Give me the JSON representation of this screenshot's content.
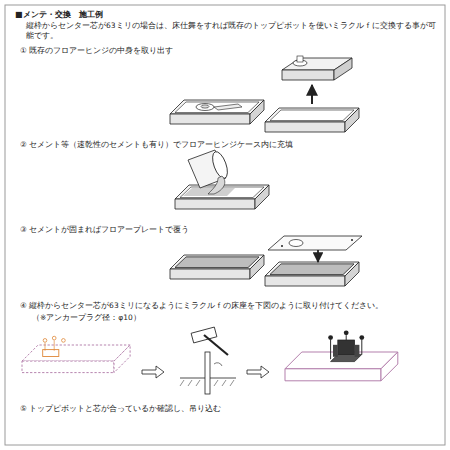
{
  "diagram": {
    "title": "■メンテ・交換　施工例",
    "labels": [
      "縦枠からセンター芯が63ミリの場合は、床仕舞をすれば既存のトップピボットを使いミラクルｆに交換する事が可能です。",
      "① 既存のフロアーヒンジの中身を取り出す",
      "② セメント等（速乾性のセメントも有り）でフロアーヒンジケース内に充填",
      "③ セメントが固まればフロアープレートで覆う",
      "④ 縦枠からセンター芯が63ミリになるようにミラクルｆの床座を下図のように取り付けてください。",
      "（※アンカープラグ径：φ10）",
      "⑤ トップピボットと芯が合っているか確認し、吊り込む"
    ]
  }
}
